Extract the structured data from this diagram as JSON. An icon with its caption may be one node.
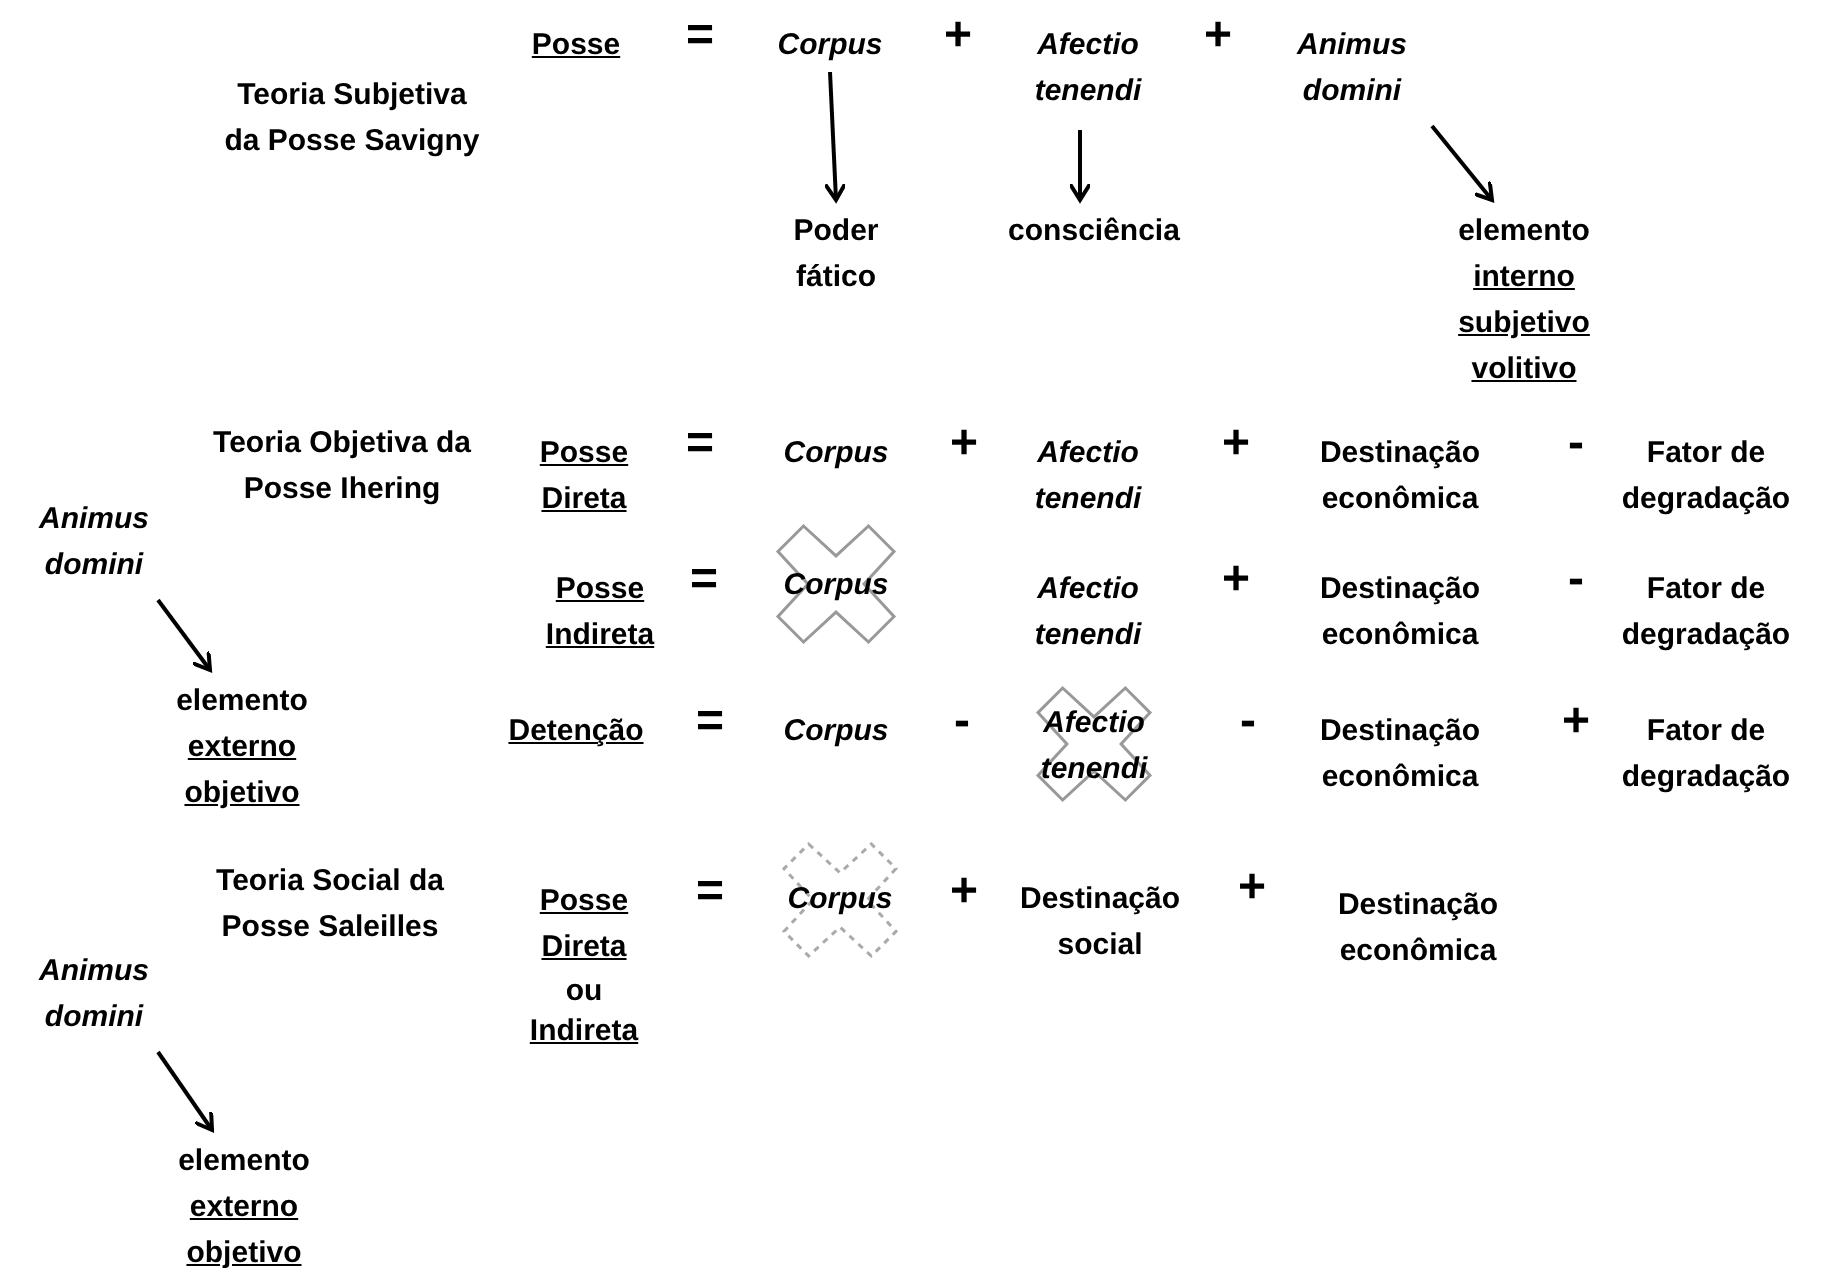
{
  "diagram": {
    "nodes": [
      {
        "text": [
          "Corpus"
        ]
      },
      {
        "text": [
          "Afectio tenendi"
        ]
      },
      {
        "text": [
          "Animus domini"
        ]
      },
      {
        "text": [
          "Poder fático"
        ]
      },
      {
        "text": [
          "consciência"
        ]
      },
      {
        "text": [
          "elemento",
          "interno subjetivo volitivo"
        ]
      },
      {
        "text": [
          "Animus domini"
        ]
      },
      {
        "text": [
          "elemento",
          "externo objetivo"
        ]
      },
      {
        "text": [
          "Animus domini"
        ]
      },
      {
        "text": [
          "elemento",
          "externo objetivo"
        ]
      }
    ],
    "edges": [
      {
        "from": 0,
        "to": 3,
        "arrow": "to"
      },
      {
        "from": 1,
        "to": 4,
        "arrow": "to"
      },
      {
        "from": 2,
        "to": 5,
        "arrow": "to"
      },
      {
        "from": 6,
        "to": 7,
        "arrow": "to"
      },
      {
        "from": 8,
        "to": 9,
        "arrow": "to"
      }
    ],
    "labels": [
      "Teoria Subjetiva da Posse Savigny",
      "Posse",
      "=",
      "+",
      "+",
      "Teoria Objetiva da Posse Ihering",
      "Posse Direta",
      "=",
      "Corpus",
      "+",
      "Afectio tenendi",
      "+",
      "Destinação econômica",
      "-",
      "Fator de degradação",
      "Posse Indireta",
      "=",
      "Corpus",
      "Afectio tenendi",
      "+",
      "Destinação econômica",
      "-",
      "Fator de degradação",
      "Detenção",
      "=",
      "Corpus",
      "-",
      "Afectio tenendi",
      "-",
      "Destinação econômica",
      "+",
      "Fator de degradação",
      "Teoria Social da Posse Saleilles",
      "Posse Direta",
      "ou",
      "Indireta",
      "=",
      "Corpus",
      "+",
      "Destinação social",
      "+",
      "Destinação econômica"
    ]
  }
}
